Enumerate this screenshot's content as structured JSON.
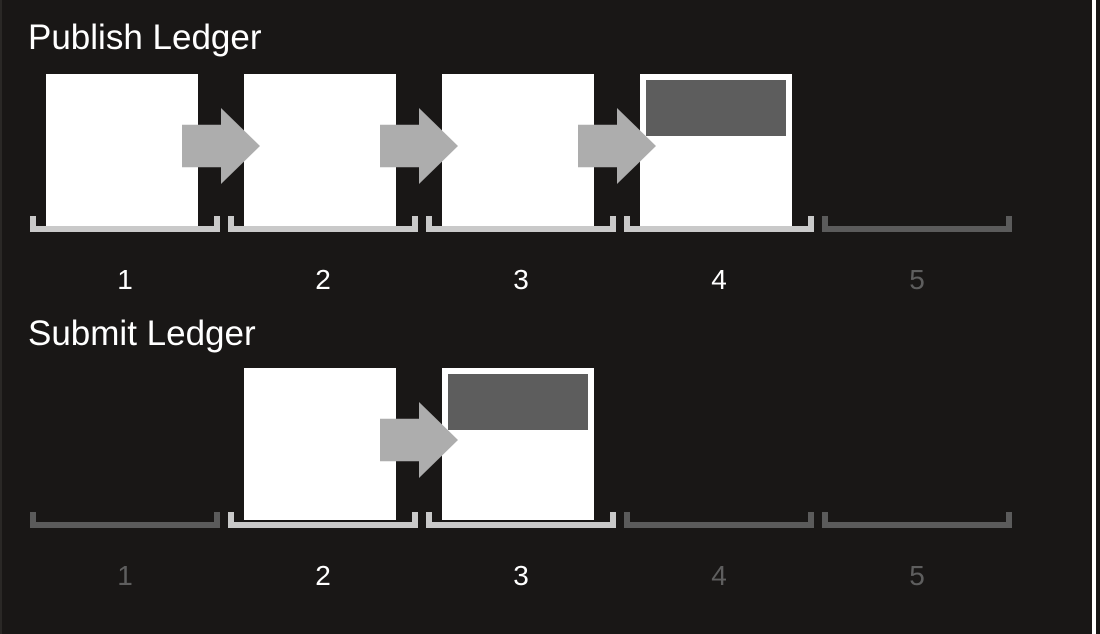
{
  "rows": [
    {
      "title": "Publish Ledger",
      "slots": [
        {
          "label": "1",
          "active": true,
          "page": true,
          "bar": false,
          "arrow_in": false
        },
        {
          "label": "2",
          "active": true,
          "page": true,
          "bar": false,
          "arrow_in": true
        },
        {
          "label": "3",
          "active": true,
          "page": true,
          "bar": false,
          "arrow_in": true
        },
        {
          "label": "4",
          "active": true,
          "page": true,
          "bar": true,
          "arrow_in": true
        },
        {
          "label": "5",
          "active": false,
          "page": false,
          "bar": false,
          "arrow_in": false
        }
      ]
    },
    {
      "title": "Submit Ledger",
      "slots": [
        {
          "label": "1",
          "active": false,
          "page": false,
          "bar": false,
          "arrow_in": false
        },
        {
          "label": "2",
          "active": true,
          "page": true,
          "bar": false,
          "arrow_in": false
        },
        {
          "label": "3",
          "active": true,
          "page": true,
          "bar": true,
          "arrow_in": true
        },
        {
          "label": "4",
          "active": false,
          "page": false,
          "bar": false,
          "arrow_in": false
        },
        {
          "label": "5",
          "active": false,
          "page": false,
          "bar": false,
          "arrow_in": false
        }
      ]
    }
  ],
  "colors": {
    "background": "#191716",
    "page": "#ffffff",
    "page_bar": "#5d5d5d",
    "arrow": "#adadad",
    "bracket_active": "#c9c9c9",
    "bracket_inactive": "#5b5b5b",
    "label_active": "#ffffff",
    "label_inactive": "#5e5e5e"
  }
}
